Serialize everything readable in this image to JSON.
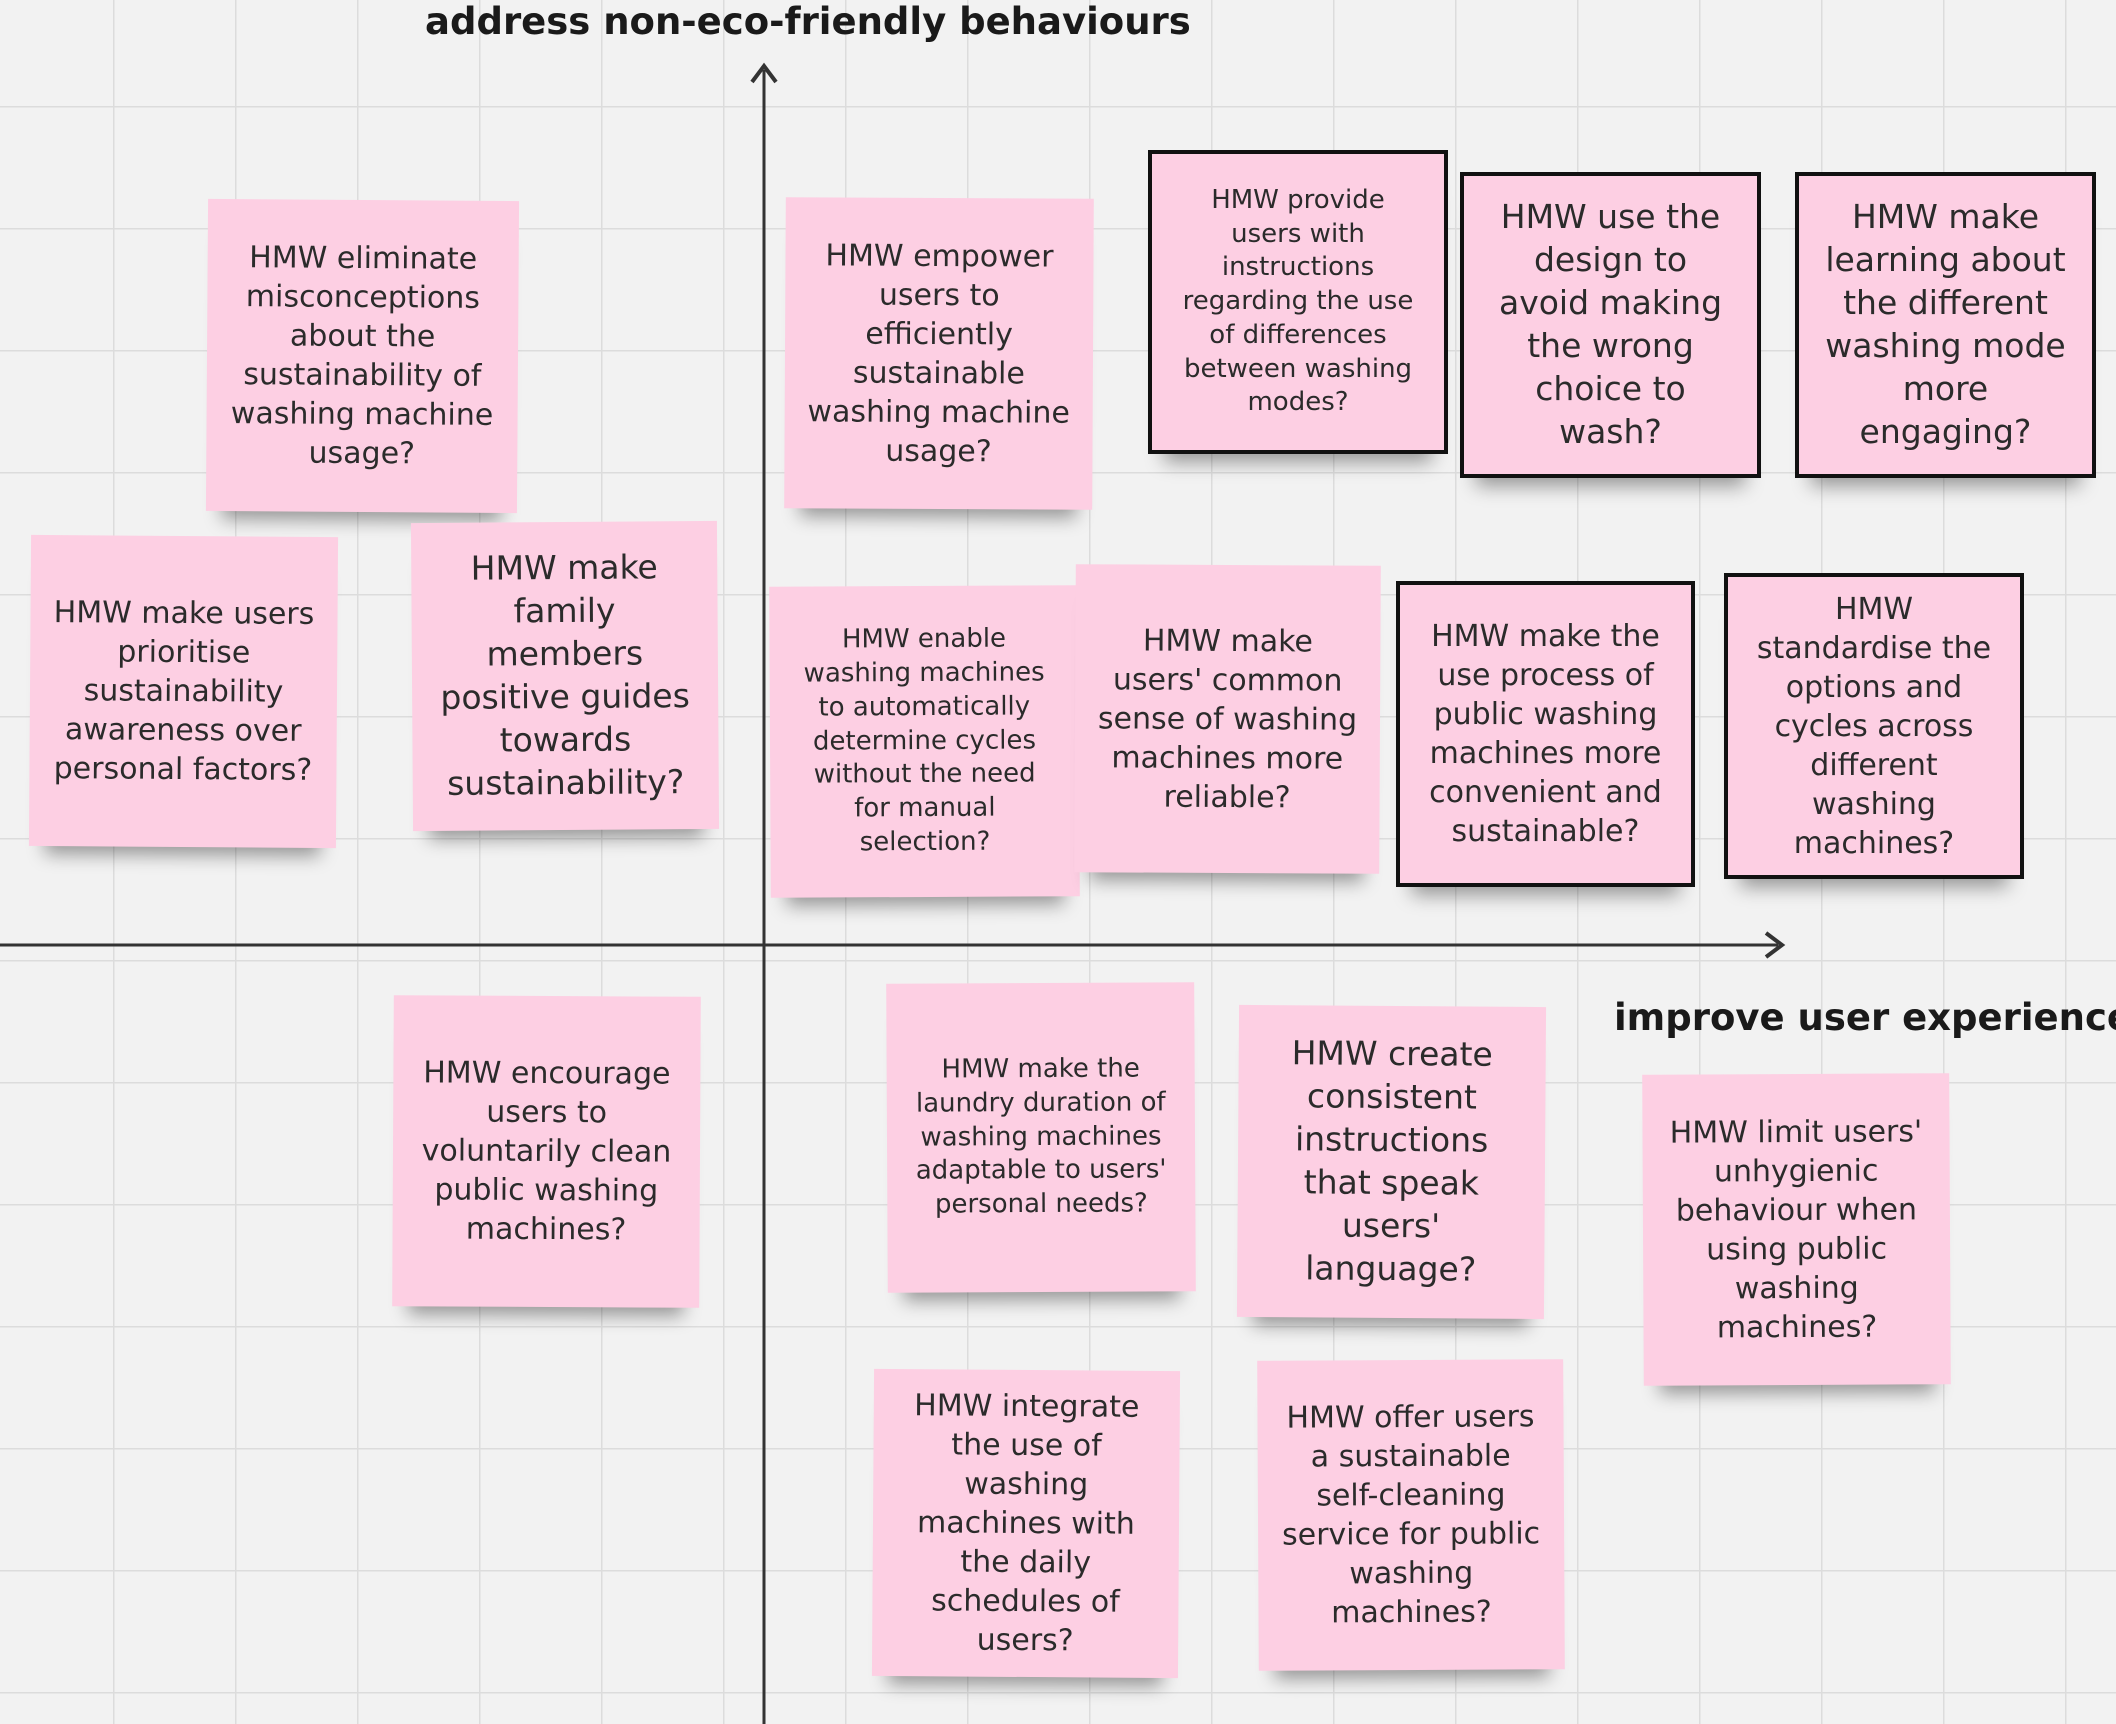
{
  "axes": {
    "y_label": "address non-eco-friendly behaviours",
    "x_label": "improve user experience"
  },
  "notes": [
    "HMW eliminate misconceptions about the sustainability of washing machine usage?",
    "HMW empower users to efficiently sustainable washing machine usage?",
    "HMW provide users with instructions regarding the use of differences between washing modes?",
    "HMW use the design to avoid making the wrong choice to wash?",
    "HMW make learning about the different washing mode more engaging?",
    "HMW make users prioritise sustainability awareness over personal factors?",
    "HMW make family members positive guides towards sustainability?",
    "HMW enable washing machines to automatically determine cycles without the need for manual selection?",
    "HMW make users' common sense of washing machines more reliable?",
    "HMW make the use process of public washing machines more convenient and sustainable?",
    "HMW standardise the options and cycles across different washing machines?",
    "HMW encourage users to voluntarily clean public washing machines?",
    "HMW make the laundry duration of washing machines adaptable to users' personal needs?",
    "HMW create consistent instructions that speak users' language?",
    "HMW limit users' unhygienic behaviour when using public washing machines?",
    "HMW integrate the use of washing machines with the daily schedules of users?",
    "HMW offer users a sustainable self-cleaning service for public washing machines?"
  ],
  "colors": {
    "note": "#fdcfe3",
    "note_border_selected": "#111111",
    "axis": "#333333",
    "grid": "#dcdcdc",
    "background": "#f2f2f2"
  }
}
